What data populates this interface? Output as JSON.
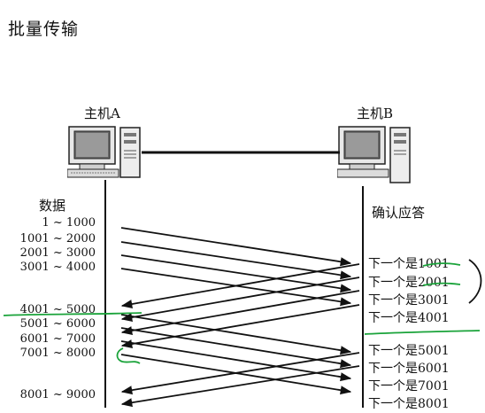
{
  "title": "批量传输",
  "hosts": {
    "a": {
      "label": "主机A"
    },
    "b": {
      "label": "主机B"
    }
  },
  "columns": {
    "data": "数据",
    "ack": "确认应答"
  },
  "segments": [
    {
      "label": "1 ~ 1000"
    },
    {
      "label": "1001 ~ 2000"
    },
    {
      "label": "2001 ~ 3000"
    },
    {
      "label": "3001 ~ 4000"
    },
    {
      "label": "4001 ~ 5000"
    },
    {
      "label": "5001 ~ 6000"
    },
    {
      "label": "6001 ~ 7000"
    },
    {
      "label": "7001 ~ 8000"
    },
    {
      "label": "8001 ~ 9000"
    }
  ],
  "acks": [
    {
      "label": "下一个是1001"
    },
    {
      "label": "下一个是2001"
    },
    {
      "label": "下一个是3001"
    },
    {
      "label": "下一个是4001"
    },
    {
      "label": "下一个是5001"
    },
    {
      "label": "下一个是6001"
    },
    {
      "label": "下一个是7001"
    },
    {
      "label": "下一个是8001"
    }
  ],
  "colors": {
    "line": "#111111",
    "annotation": "#1aa33a"
  }
}
